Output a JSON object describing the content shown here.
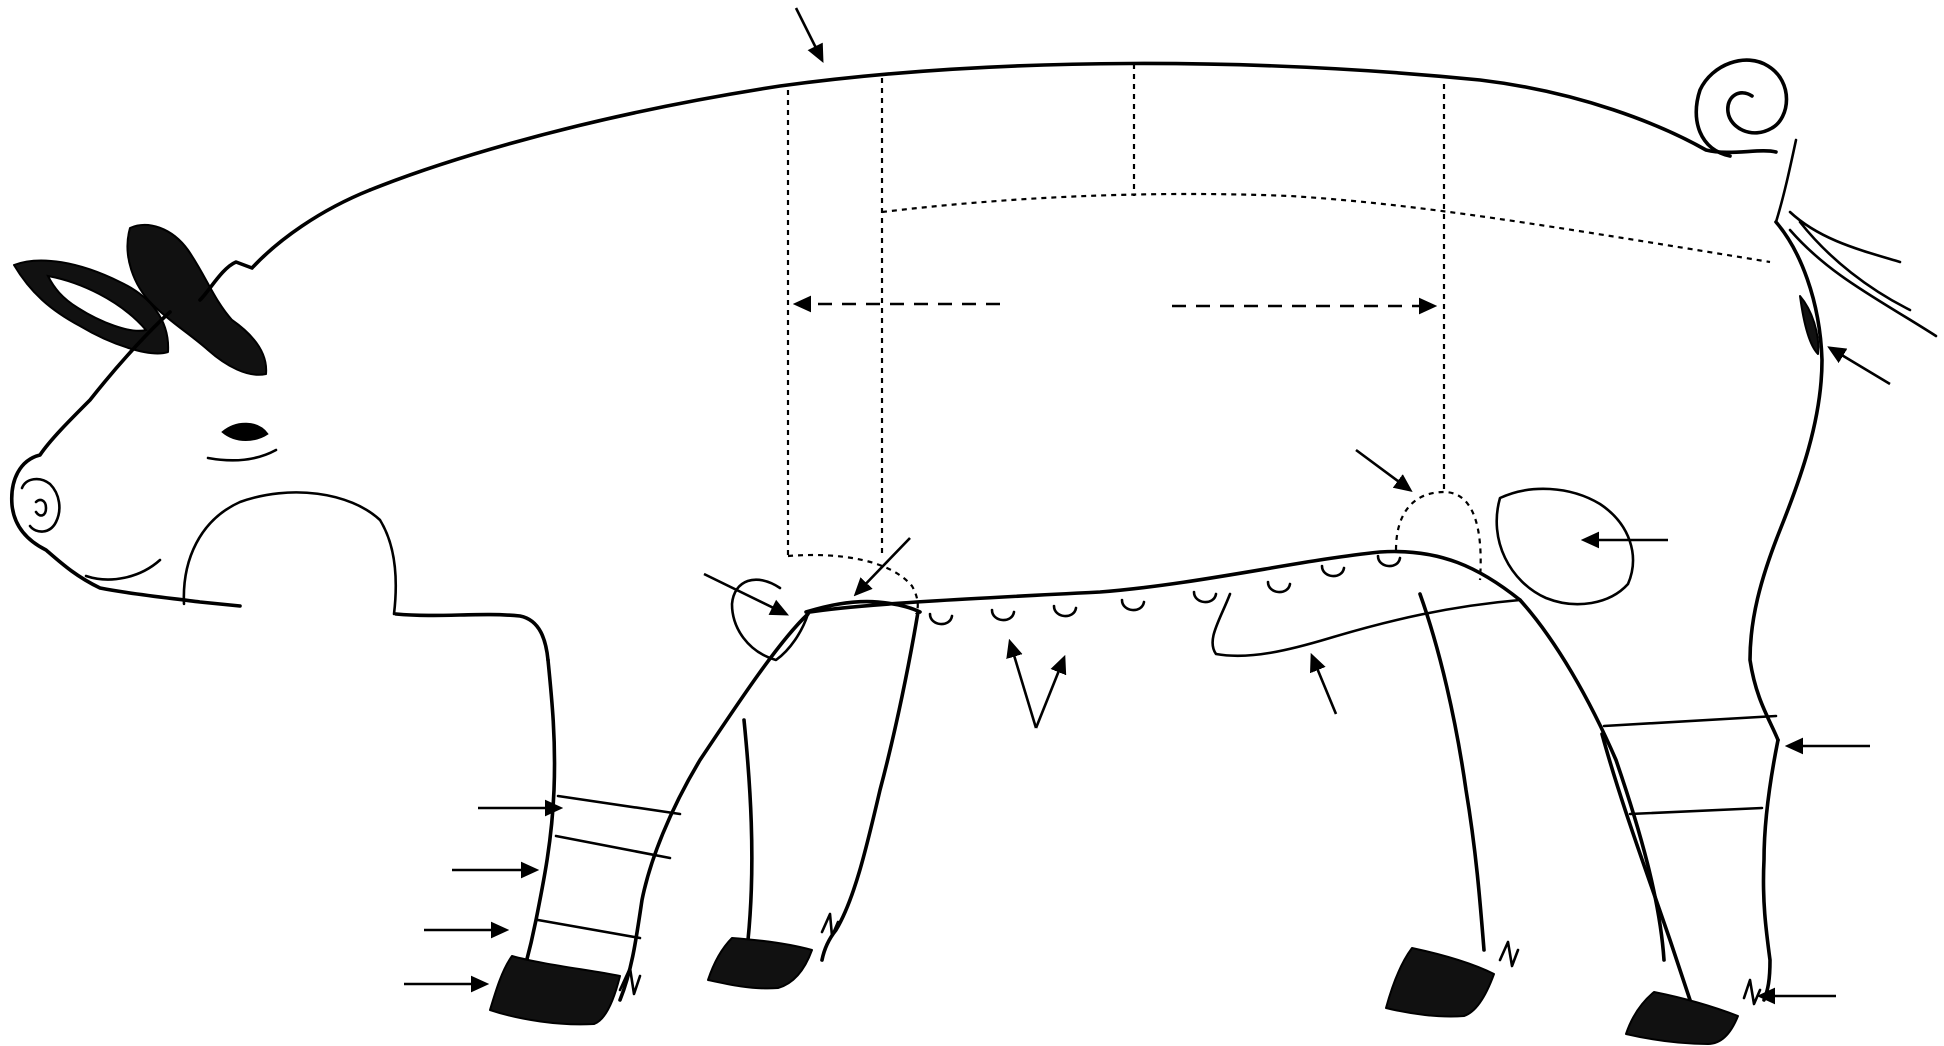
{
  "diagram": {
    "colors": {
      "line": "#000000",
      "fill_dark": "#111111",
      "background": "#ffffff"
    },
    "callout_arrows": [
      {
        "name": "arrow-top-back"
      },
      {
        "name": "arrow-tail-base"
      },
      {
        "name": "arrow-ham-patch"
      },
      {
        "name": "arrow-stifle"
      },
      {
        "name": "arrow-flank"
      },
      {
        "name": "arrow-hind-hock"
      },
      {
        "name": "arrow-hind-pastern"
      },
      {
        "name": "arrow-elbow-left"
      },
      {
        "name": "arrow-elbow-right"
      },
      {
        "name": "arrow-teats-left"
      },
      {
        "name": "arrow-teats-right"
      },
      {
        "name": "arrow-foreleg-1"
      },
      {
        "name": "arrow-foreleg-2"
      },
      {
        "name": "arrow-foreleg-3"
      },
      {
        "name": "arrow-foreleg-4"
      }
    ]
  }
}
